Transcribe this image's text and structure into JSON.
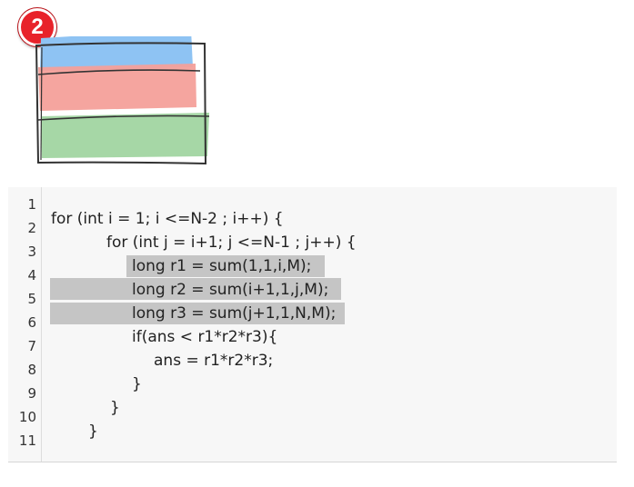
{
  "badge": {
    "number": "2"
  },
  "sketch": {
    "band_colors": [
      "#8ec3f3",
      "#f4a09a",
      "#a6d7a6"
    ],
    "outline_color": "#333333"
  },
  "code": {
    "line_numbers": [
      "1",
      "2",
      "3",
      "4",
      "5",
      "6",
      "7",
      "8",
      "9",
      "10",
      "11"
    ],
    "lines": [
      "for (int i = 1; i <=N-2 ; i++) {",
      "for (int j = i+1; j <=N-1 ; j++) {",
      "long r1 = sum(1,1,i,M);",
      "long r2 = sum(i+1,1,j,M);",
      "long r3 = sum(j+1,1,N,M);",
      "if(ans < r1*r2*r3){",
      "ans = r1*r2*r3;",
      "}",
      "}",
      "}"
    ],
    "highlight_color": "#c5c5c5"
  }
}
